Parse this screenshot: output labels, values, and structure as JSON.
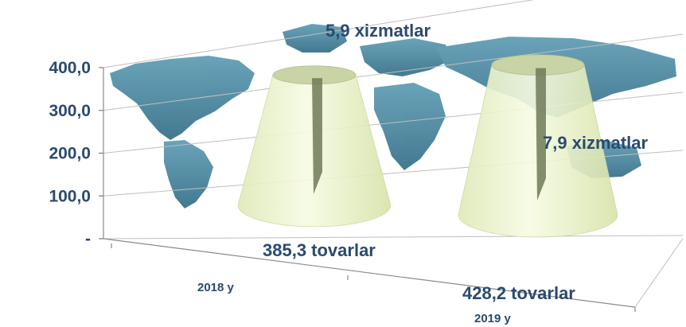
{
  "chart_data": {
    "type": "bar",
    "categories": [
      "2018 y",
      "2019 y"
    ],
    "y_tick_labels": [
      "-",
      "100,0",
      "200,0",
      "300,0",
      "400,0"
    ],
    "ylim": [
      0,
      400
    ],
    "series": [
      {
        "name": "tovarlar",
        "values": [
          385.3,
          428.2
        ]
      },
      {
        "name": "xizmatlar",
        "values": [
          5.9,
          7.9
        ]
      }
    ],
    "data_labels": {
      "goods": [
        "385,3 tovarlar",
        "428,2 tovarlar"
      ],
      "services": [
        "5,9 xizmatlar",
        "7,9 xizmatlar"
      ]
    },
    "grid": true,
    "legend": "none",
    "background": "world map",
    "colors": {
      "label_text": "#2b4a6e",
      "cone_fill": "#eef5cf",
      "cone_top": "#c9d4a6",
      "service_wedge": "#6f7a58",
      "map_land": "#3e7f98",
      "grid": "#bfbfbf"
    }
  }
}
